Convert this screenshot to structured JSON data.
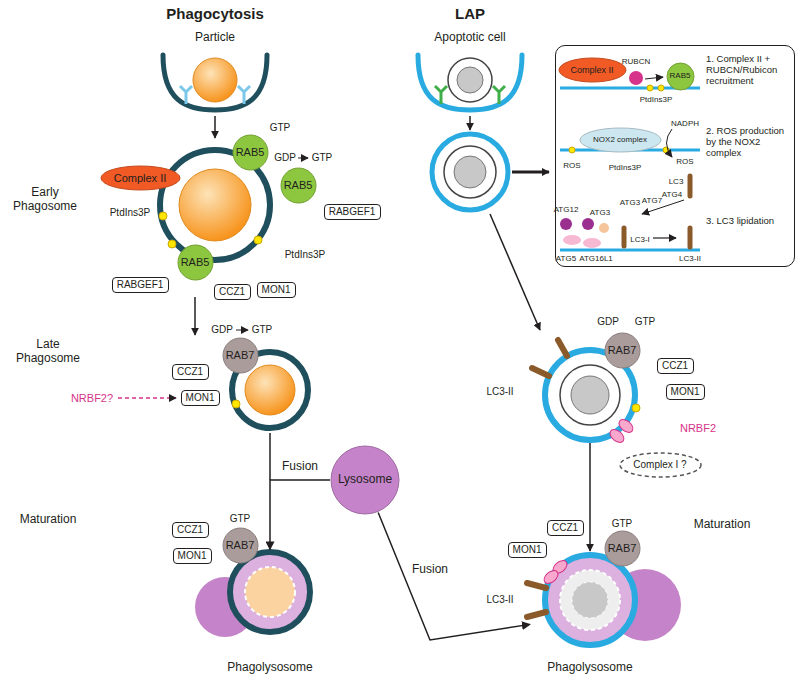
{
  "diagram": {
    "nodes": [
      {
        "text": [
          "Complex II"
        ]
      },
      {
        "text": [
          "RAB5"
        ]
      },
      {
        "text": [
          "RAB5"
        ]
      },
      {
        "text": [
          "RABGEF1"
        ]
      },
      {
        "text": [
          "RAB5"
        ]
      },
      {
        "text": [
          "CCZ1"
        ]
      },
      {
        "text": [
          "MON1"
        ]
      },
      {
        "text": [
          "RABGEF1"
        ]
      },
      {
        "text": [
          "RAB7"
        ]
      },
      {
        "text": [
          "CCZ1"
        ]
      },
      {
        "text": [
          "MON1"
        ]
      },
      {
        "text": [
          "Lysosome"
        ]
      },
      {
        "text": [
          "Phagolysosome"
        ]
      },
      {
        "text": [
          "CCZ1"
        ]
      },
      {
        "text": [
          "MON1"
        ]
      },
      {
        "text": [
          "RAB7"
        ]
      },
      {
        "text": [
          "1. Complex II + RUBCN/Rubicon recruitment",
          "2. ROS production by the NOX2 complex",
          "3. LC3 lipidation"
        ]
      },
      {
        "text": [
          "Complex II"
        ],
        "in": 16
      },
      {
        "text": [
          "RAB5"
        ],
        "in": 16
      },
      {
        "text": [
          "NOX2 complex"
        ],
        "in": 16
      },
      {
        "text": [
          "RAB7"
        ]
      },
      {
        "text": [
          "CCZ1"
        ]
      },
      {
        "text": [
          "MON1"
        ]
      },
      {
        "text": [
          "Complex I ?"
        ]
      },
      {
        "text": [
          "MON1"
        ]
      },
      {
        "text": [
          "CCZ1"
        ]
      },
      {
        "text": [
          "RAB7"
        ]
      },
      {
        "text": [
          "Phagolysosome"
        ]
      }
    ],
    "edges": [
      {
        "from": 11,
        "to": 12,
        "label": "Fusion",
        "arrow": "to"
      },
      {
        "from": 11,
        "to": 27,
        "label": "Fusion",
        "arrow": "to"
      }
    ],
    "labels": [
      "Phagocytosis",
      "LAP",
      "Particle",
      "Apoptotic cell",
      "Early Phagosome",
      "Late Phagosome",
      "Maturation",
      "Maturation",
      "GTP",
      "GDP",
      "GTP",
      "PtdIns3P",
      "PtdIns3P",
      "GDP",
      "GTP",
      "NRBF2?",
      "GTP",
      "RUBCN",
      "PtdIns3P",
      "NADPH",
      "ROS",
      "ROS",
      "PtdIns3P",
      "LC3",
      "ATG4",
      "ATG7",
      "ATG3",
      "ATG3",
      "ATG12",
      "ATG5",
      "ATG16L1",
      "LC3-I",
      "LC3-II",
      "LC3-II",
      "GDP",
      "GTP",
      "NRBF2",
      "GTP",
      "LC3-II"
    ]
  }
}
